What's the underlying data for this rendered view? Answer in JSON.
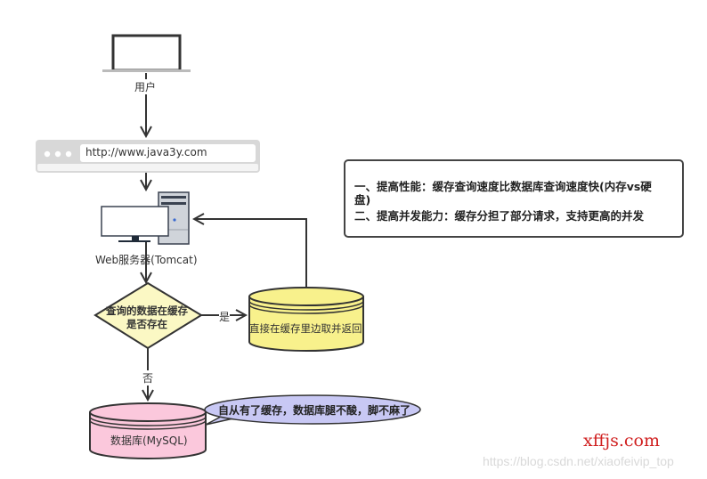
{
  "labels": {
    "user": "用户",
    "url": "http://www.java3y.com",
    "web_server": "Web服务器(Tomcat)",
    "decision_line1": "查询的数据在缓存",
    "decision_line2": "是否存在",
    "yes": "是",
    "no": "否",
    "cache": "直接在缓存里边取并返回",
    "database": "数据库(MySQL)",
    "speech_bubble": "自从有了缓存，数据库腿不酸，脚不麻了"
  },
  "note": {
    "line1": "一、提高性能：缓存查询速度比数据库查询速度快(内存vs硬",
    "line2": "盘)",
    "line3": "二、提高并发能力：缓存分担了部分请求，支持更高的并发"
  },
  "watermarks": {
    "site": "xffjs.com",
    "blog": "https://blog.csdn.net/xiaofeivip_top"
  },
  "colors": {
    "decision_fill": "#fbf8c4",
    "cache_fill": "#f8f18c",
    "db_fill": "#fbc8dc",
    "bubble_fill": "#c8c8f4",
    "line": "#333333"
  }
}
